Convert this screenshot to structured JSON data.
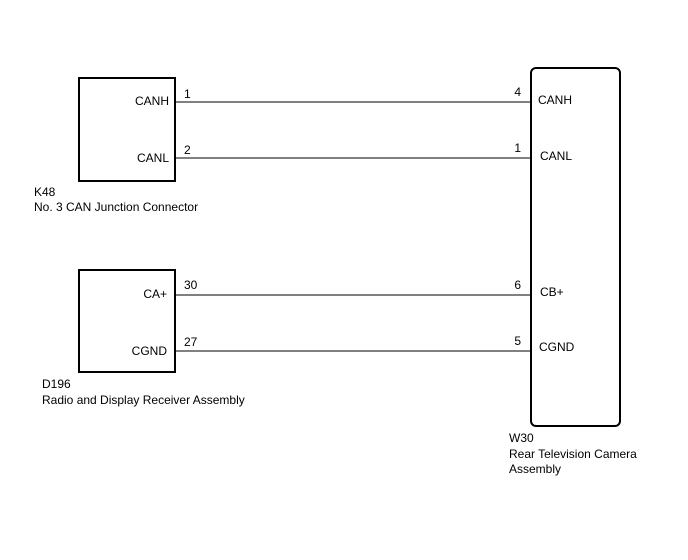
{
  "components": {
    "k48": {
      "code": "K48",
      "name": "No. 3 CAN Junction Connector",
      "pins": [
        {
          "label": "CANH",
          "number": "1"
        },
        {
          "label": "CANL",
          "number": "2"
        }
      ]
    },
    "d196": {
      "code": "D196",
      "name": "Radio and Display Receiver Assembly",
      "pins": [
        {
          "label": "CA+",
          "number": "30"
        },
        {
          "label": "CGND",
          "number": "27"
        }
      ]
    },
    "w30": {
      "code": "W30",
      "name_line1": "Rear Television Camera",
      "name_line2": "Assembly",
      "pins": [
        {
          "label": "CANH",
          "number": "4"
        },
        {
          "label": "CANL",
          "number": "1"
        },
        {
          "label": "CB+",
          "number": "6"
        },
        {
          "label": "CGND",
          "number": "5"
        }
      ]
    }
  }
}
